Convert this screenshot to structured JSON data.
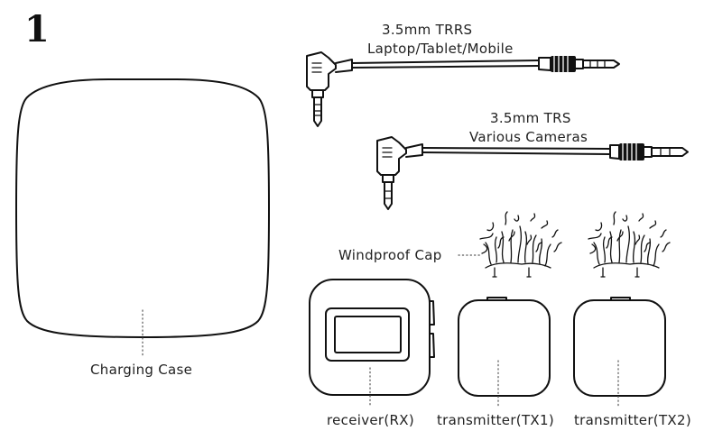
{
  "step_number": "1",
  "cables": {
    "trrs": {
      "line1": "3.5mm TRRS",
      "line2": "Laptop/Tablet/Mobile"
    },
    "trs": {
      "line1": "3.5mm TRS",
      "line2": "Various Cameras"
    }
  },
  "labels": {
    "windproof_cap": "Windproof Cap",
    "charging_case": "Charging Case",
    "receiver": "receiver(RX)",
    "transmitter_1": "transmitter(TX1)",
    "transmitter_2": "transmitter(TX2)"
  },
  "colors": {
    "ink": "#111111",
    "background": "#ffffff"
  }
}
